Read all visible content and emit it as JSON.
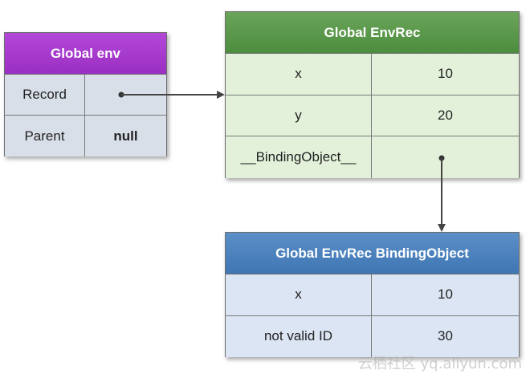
{
  "global_env": {
    "title": "Global env",
    "rows": [
      {
        "label": "Record",
        "value": ""
      },
      {
        "label": "Parent",
        "value": "null"
      }
    ]
  },
  "global_envrec": {
    "title": "Global EnvRec",
    "rows": [
      {
        "label": "x",
        "value": "10"
      },
      {
        "label": "y",
        "value": "20"
      },
      {
        "label": "__BindingObject__",
        "value": ""
      }
    ]
  },
  "binding_object": {
    "title": "Global EnvRec BindingObject",
    "rows": [
      {
        "label": "x",
        "value": "10"
      },
      {
        "label": "not valid ID",
        "value": "30"
      }
    ]
  },
  "watermark": "云栖社区 yq.aliyun.com",
  "colors": {
    "env_header": "#a63bcd",
    "envrec_header": "#5a9a4b",
    "binding_header": "#4a80bd",
    "arrow": "#444444"
  }
}
